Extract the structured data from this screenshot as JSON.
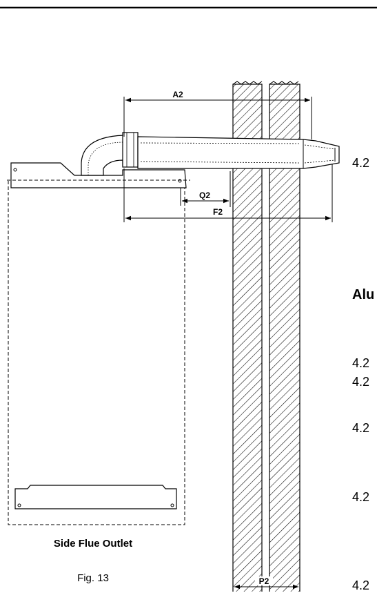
{
  "figure": {
    "title": "Side Flue Outlet",
    "number": "Fig. 13"
  },
  "dimensions": {
    "a2": "A2",
    "q2": "Q2",
    "f2": "F2",
    "p2": "P2"
  },
  "side_text": {
    "clause_1": "4.2",
    "heading": "Alu",
    "clause_2": "4.2",
    "clause_3": "4.2",
    "clause_4": "4.2",
    "clause_5": "4.2",
    "clause_6": "4.2"
  }
}
